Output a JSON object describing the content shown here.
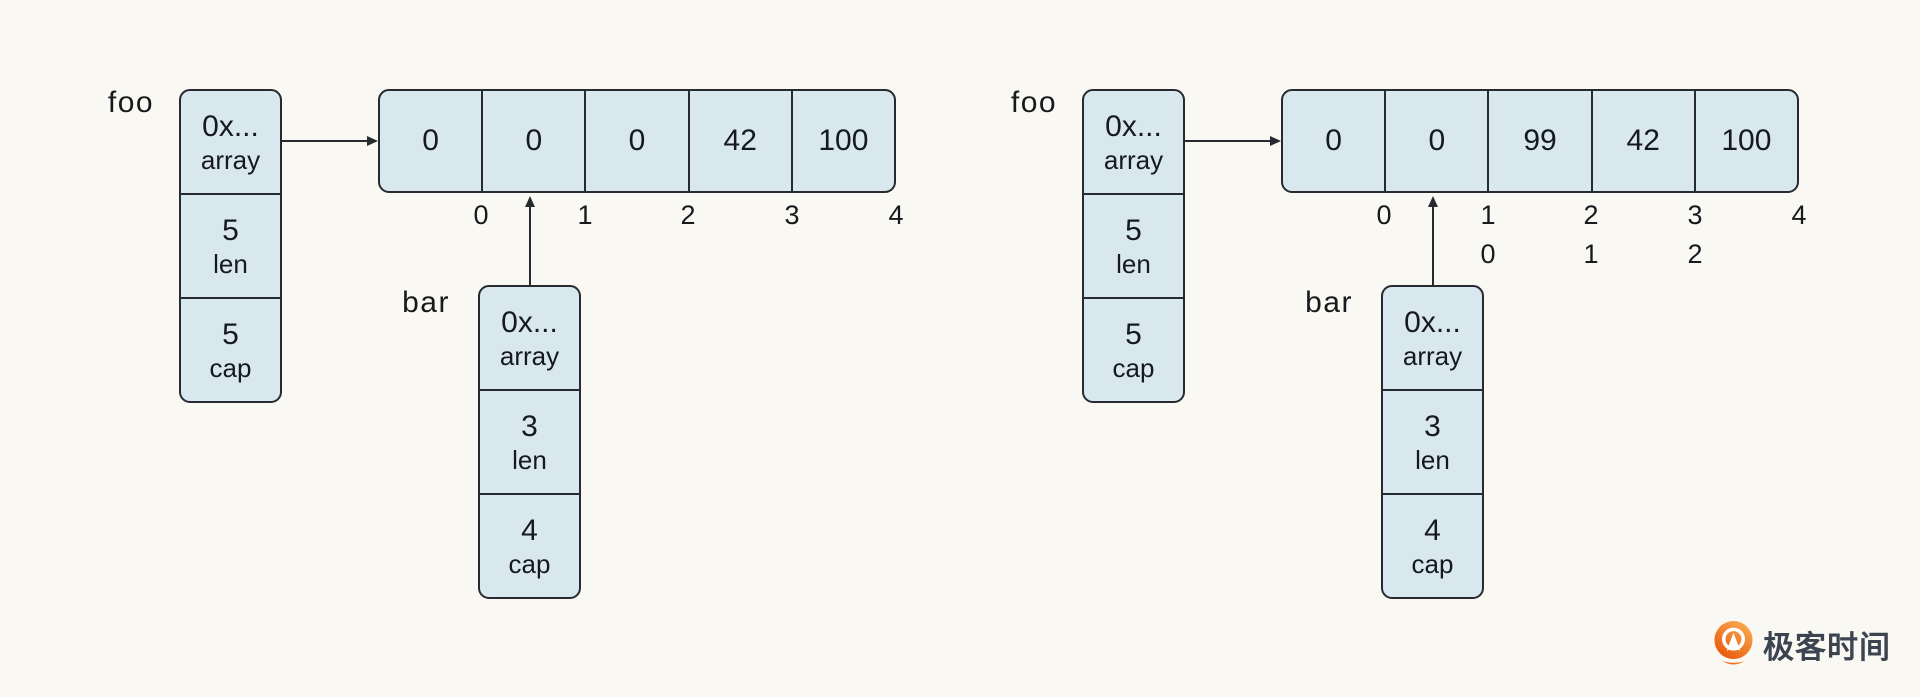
{
  "colors": {
    "background": "#FAF8F2",
    "cell_fill": "#D9E8EF",
    "line": "#272B30",
    "text": "#16191D",
    "logo_text": "#3C4450",
    "logo_orange_light": "#F9AE52",
    "logo_orange_dark": "#E85409"
  },
  "diagrams": [
    {
      "foo": {
        "label": "foo",
        "fields": [
          {
            "value": "0x...",
            "label": "array"
          },
          {
            "value": "5",
            "label": "len"
          },
          {
            "value": "5",
            "label": "cap"
          }
        ]
      },
      "bar": {
        "label": "bar",
        "fields": [
          {
            "value": "0x...",
            "label": "array"
          },
          {
            "value": "3",
            "label": "len"
          },
          {
            "value": "4",
            "label": "cap"
          }
        ]
      },
      "array": {
        "cells": [
          "0",
          "0",
          "0",
          "42",
          "100"
        ],
        "indices": [
          "0",
          "1",
          "2",
          "3",
          "4"
        ]
      }
    },
    {
      "foo": {
        "label": "foo",
        "fields": [
          {
            "value": "0x...",
            "label": "array"
          },
          {
            "value": "5",
            "label": "len"
          },
          {
            "value": "5",
            "label": "cap"
          }
        ]
      },
      "bar": {
        "label": "bar",
        "fields": [
          {
            "value": "0x...",
            "label": "array"
          },
          {
            "value": "3",
            "label": "len"
          },
          {
            "value": "4",
            "label": "cap"
          }
        ]
      },
      "array": {
        "cells": [
          "0",
          "0",
          "99",
          "42",
          "100"
        ],
        "indices": [
          "0",
          "1",
          "2",
          "3",
          "4"
        ],
        "slice_indices": [
          "0",
          "1",
          "2"
        ]
      }
    }
  ],
  "logo": {
    "text": "极客时间"
  }
}
